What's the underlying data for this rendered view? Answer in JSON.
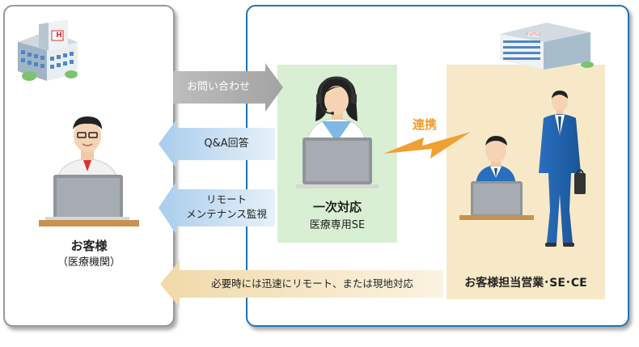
{
  "customer": {
    "title": "お客様",
    "subtitle": "（医療機関）"
  },
  "arrows": {
    "inquiry": "お問い合わせ",
    "qa_answer": "Q&A回答",
    "remote_line1": "リモート",
    "remote_line2": "メンテナンス監視",
    "response": "必要時には迅速にリモート、または現地対応"
  },
  "first_response": {
    "title": "一次対応",
    "subtitle": "医療専用SE"
  },
  "collaboration": "連携",
  "sales": {
    "title": "お客様担当営業･SE･CE"
  },
  "hospital_sign": "H",
  "company_sign": "FUJITSU",
  "colors": {
    "panel_blue": "#1f73b7",
    "panel_gray": "#9a9a9a",
    "arrow_gray": "#b0b0b0",
    "arrow_blue": "#cde3f3",
    "arrow_tan": "#f5e6c2",
    "green_box": "#d9efd3",
    "tan_box": "#f7e9c7",
    "accent_orange": "#f0a030"
  }
}
